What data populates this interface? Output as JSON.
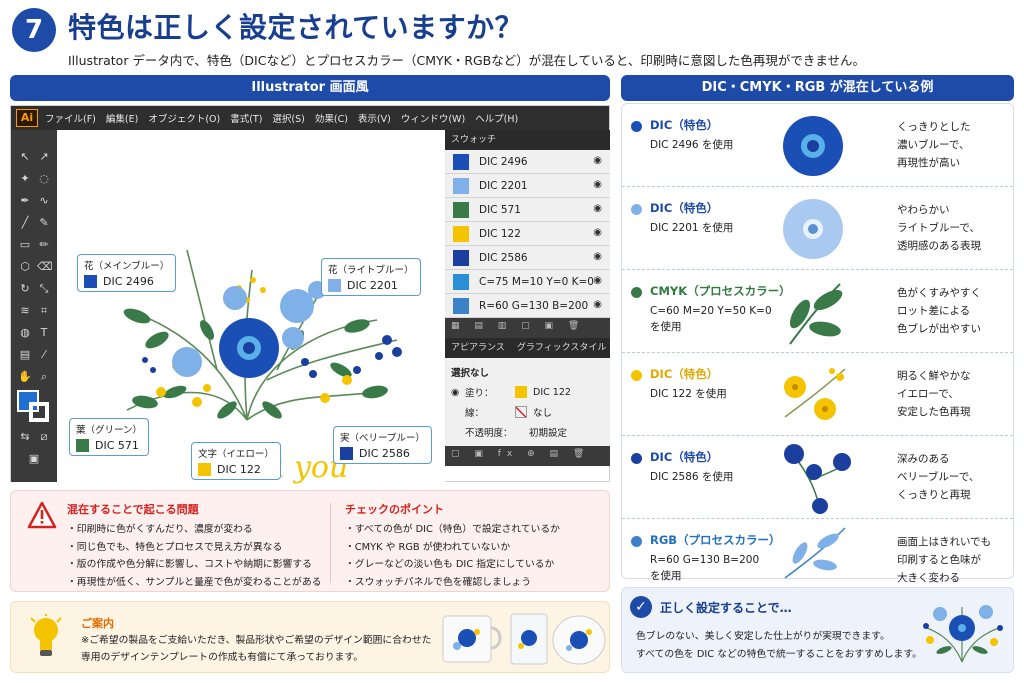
{
  "header": {
    "number": "7",
    "title": "特色は正しく設定されていますか？",
    "subtitle": "Illustrator データ内で、特色（DICなど）とプロセスカラー（CMYK・RGBなど）が混在していると、印刷時に意図した色再現ができません。"
  },
  "left_section": {
    "title": "Illustrator 画面風"
  },
  "illustrator": {
    "logo": "Ai",
    "menu": [
      "ファイル(F)",
      "編集(E)",
      "オブジェクト(O)",
      "書式(T)",
      "選択(S)",
      "効果(C)",
      "表示(V)",
      "ウィンドウ(W)",
      "ヘルプ(H)"
    ],
    "canvas_text": "Thank you",
    "callouts": {
      "flower_main": {
        "name": "花（メインブルー）",
        "value": "DIC 2496",
        "color": "#1a4fb5"
      },
      "flower_light": {
        "name": "花（ライトブルー）",
        "value": "DIC 2201",
        "color": "#7fb0e8"
      },
      "leaf": {
        "name": "葉（グリーン）",
        "value": "DIC 571",
        "color": "#3a7a48"
      },
      "text": {
        "name": "文字（イエロー）",
        "value": "DIC 122",
        "color": "#f5c400"
      },
      "berry": {
        "name": "実（ベリーブルー）",
        "value": "DIC 2586",
        "color": "#1a3f9e"
      }
    },
    "swatch_panel": {
      "tab": "スウォッチ",
      "items": [
        {
          "label": "DIC 2496",
          "color": "#1a4fb5"
        },
        {
          "label": "DIC 2201",
          "color": "#7fb0e8"
        },
        {
          "label": "DIC 571",
          "color": "#3a7a48"
        },
        {
          "label": "DIC 122",
          "color": "#f5c400"
        },
        {
          "label": "DIC 2586",
          "color": "#1a3f9e"
        },
        {
          "label": "C=75 M=10 Y=0 K=0",
          "color": "#2a8fd6"
        },
        {
          "label": "R=60 G=130 B=200",
          "color": "#3c82c8"
        }
      ]
    },
    "appearance_panel": {
      "tabs": [
        "アピアランス",
        "グラフィックスタイル"
      ],
      "selection": "選択なし",
      "fill_label": "塗り：",
      "fill_value": "DIC 122",
      "stroke_label": "線：",
      "stroke_value": "なし",
      "opacity_label": "不透明度：",
      "opacity_value": "初期設定"
    }
  },
  "right_section": {
    "title": "DIC・CMYK・RGB が混在している例",
    "rows": [
      {
        "label": "DIC（特色）",
        "code": "DIC 2496 を使用",
        "desc": "くっきりとした\n濃いブルーで、\n再現性が高い",
        "dot": "#1a4fb5",
        "label_color": "#1e4aa8"
      },
      {
        "label": "DIC（特色）",
        "code": "DIC 2201 を使用",
        "desc": "やわらかい\nライトブルーで、\n透明感のある表現",
        "dot": "#7fb0e8",
        "label_color": "#1e4aa8"
      },
      {
        "label": "CMYK（プロセスカラー）",
        "code": "C=60 M=20 Y=50 K=0\nを使用",
        "desc": "色がくすみやすく\nロット差による\n色ブレが出やすい",
        "dot": "#3a7a48",
        "label_color": "#2f7a3d"
      },
      {
        "label": "DIC（特色）",
        "code": "DIC 122 を使用",
        "desc": "明るく鮮やかな\nイエローで、\n安定した色再現",
        "dot": "#f5c400",
        "label_color": "#e0a800"
      },
      {
        "label": "DIC（特色）",
        "code": "DIC 2586 を使用",
        "desc": "深みのある\nベリーブルーで、\nくっきりと再現",
        "dot": "#1a3f9e",
        "label_color": "#1e4aa8"
      },
      {
        "label": "RGB（プロセスカラー）",
        "code": "R=60 G=130 B=200\nを使用",
        "desc": "画面上はきれいでも\n印刷すると色味が\n大きく変わる",
        "dot": "#3c82c8",
        "label_color": "#1e6fc0"
      }
    ]
  },
  "problems": {
    "title": "混在することで起こる問題",
    "items": [
      "印刷時に色がくすんだり、濃度が変わる",
      "同じ色でも、特色とプロセスで見え方が異なる",
      "版の作成や色分解に影響し、コストや納期に影響する",
      "再現性が低く、サンプルと量産で色が変わることがある"
    ]
  },
  "checkpoints": {
    "title": "チェックのポイント",
    "items": [
      "すべての色が DIC（特色）で設定されているか",
      "CMYK や RGB が使われていないか",
      "グレーなどの淡い色も DIC 指定にしているか",
      "スウォッチパネルで色を確認しましょう"
    ]
  },
  "guide": {
    "title": "ご案内",
    "text": "※ご希望の製品をご支給いただき、製品形状やご希望のデザイン範囲に合わせた\n専用のデザインテンプレートの作成も有償にて承っております。"
  },
  "correct": {
    "icon": "✓",
    "title": "正しく設定することで…",
    "text": "色ブレのない、美しく安定した仕上がりが実現できます。\nすべての色を DIC などの特色で統一することをおすすめします。"
  }
}
